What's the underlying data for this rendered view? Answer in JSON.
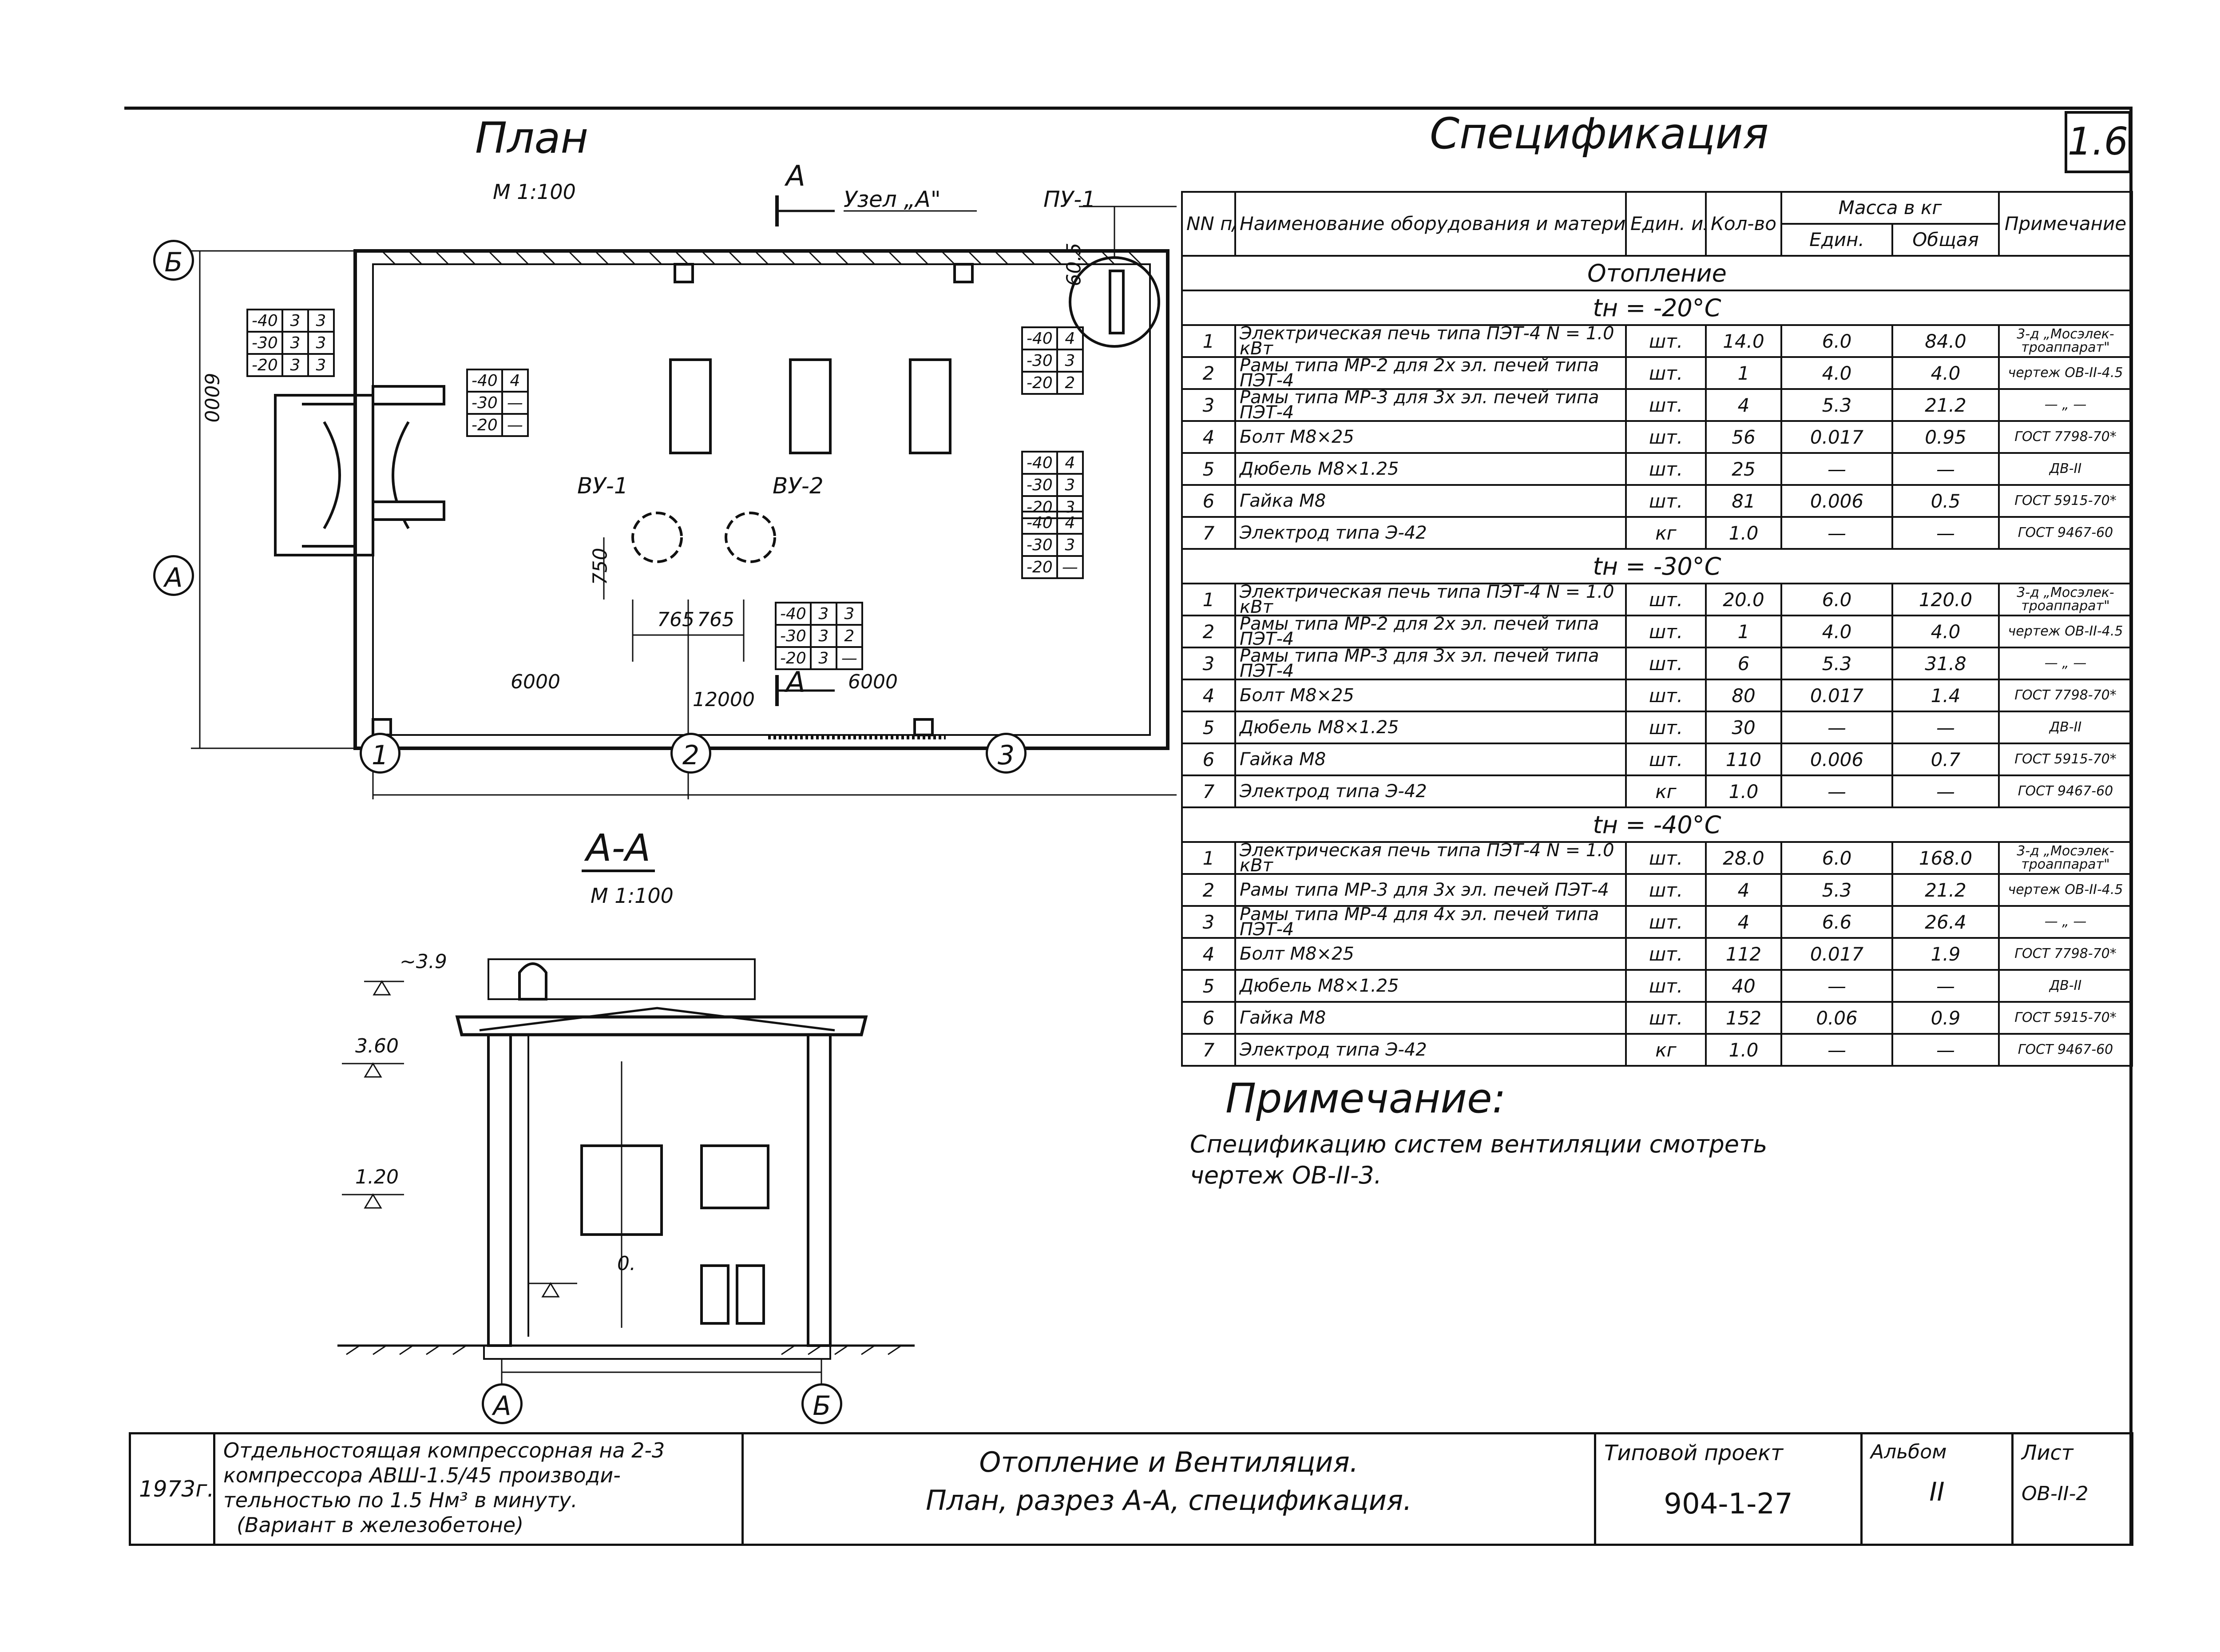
{
  "sheet": {
    "corner_mark": "1.6",
    "plan_title": "План",
    "plan_scale": "М 1:100",
    "section_title": "А-А",
    "section_scale": "М 1:100",
    "spec_title": "Спецификация"
  },
  "plan": {
    "node_label": "Узел „А\"",
    "section_mark": "А",
    "unit_pu1": "ПУ-1",
    "unit_vu1": "ВУ-1",
    "unit_vu2": "ВУ-2",
    "dims": {
      "overall": "12000",
      "left_span": "6000",
      "right_span": "6000",
      "height": "6000",
      "d765a": "765",
      "d765b": "765",
      "d750": "750",
      "d605": "60.5"
    },
    "axes": {
      "a1": "1",
      "a2": "2",
      "a3": "3",
      "aA": "А",
      "aB": "Б"
    },
    "temp_tables": [
      [
        [
          "-40",
          "3",
          "3"
        ],
        [
          "-30",
          "3",
          "3"
        ],
        [
          "-20",
          "3",
          "3"
        ]
      ],
      [
        [
          "-40",
          "4"
        ],
        [
          "-30",
          "—"
        ],
        [
          "-20",
          "—"
        ]
      ],
      [
        [
          "-40",
          "4"
        ],
        [
          "-30",
          "3"
        ],
        [
          "-20",
          "2"
        ]
      ],
      [
        [
          "-40",
          "4"
        ],
        [
          "-30",
          "3"
        ],
        [
          "-20",
          "3"
        ]
      ],
      [
        [
          "-40",
          "4"
        ],
        [
          "-30",
          "3"
        ],
        [
          "-20",
          "—"
        ]
      ],
      [
        [
          "-40",
          "3",
          "3"
        ],
        [
          "-30",
          "3",
          "2"
        ],
        [
          "-20",
          "3",
          "—"
        ]
      ]
    ]
  },
  "section": {
    "levels": {
      "l1": "~3.9",
      "l2": "3.60",
      "l3": "1.20",
      "l4": "0."
    },
    "axes": {
      "a": "А",
      "b": "Б"
    }
  },
  "spec": {
    "headers": {
      "nn": "NN п/п",
      "name": "Наименование оборудования и материалов",
      "unit": "Един. измер.",
      "qty": "Кол-во",
      "mass": "Масса в кг",
      "mass_unit": "Един.",
      "mass_total": "Общая",
      "note": "Примечание"
    },
    "section_heat": "Отопление",
    "groups": [
      {
        "temp": "tн = -20°C",
        "rows": [
          [
            "1",
            "Электрическая печь типа ПЭТ-4 N = 1.0 кВт",
            "шт.",
            "14.0",
            "6.0",
            "84.0",
            "3-д „Мосэлек-троаппарат\""
          ],
          [
            "2",
            "Рамы типа МР-2 для 2х эл. печей типа ПЭТ-4",
            "шт.",
            "1",
            "4.0",
            "4.0",
            "чертеж ОВ-II-4.5"
          ],
          [
            "3",
            "Рамы типа МР-3 для 3х эл. печей типа ПЭТ-4",
            "шт.",
            "4",
            "5.3",
            "21.2",
            "— „ —"
          ],
          [
            "4",
            "Болт М8×25",
            "шт.",
            "56",
            "0.017",
            "0.95",
            "ГОСТ 7798-70*"
          ],
          [
            "5",
            "Дюбель М8×1.25",
            "шт.",
            "25",
            "—",
            "—",
            "ДВ-II"
          ],
          [
            "6",
            "Гайка М8",
            "шт.",
            "81",
            "0.006",
            "0.5",
            "ГОСТ 5915-70*"
          ],
          [
            "7",
            "Электрод типа Э-42",
            "кг",
            "1.0",
            "—",
            "—",
            "ГОСТ 9467-60"
          ]
        ]
      },
      {
        "temp": "tн = -30°C",
        "rows": [
          [
            "1",
            "Электрическая печь типа ПЭТ-4 N = 1.0 кВт",
            "шт.",
            "20.0",
            "6.0",
            "120.0",
            "3-д „Мосэлек-троаппарат\""
          ],
          [
            "2",
            "Рамы типа МР-2 для 2х эл. печей типа ПЭТ-4",
            "шт.",
            "1",
            "4.0",
            "4.0",
            "чертеж ОВ-II-4.5"
          ],
          [
            "3",
            "Рамы типа МР-3 для 3х эл. печей типа ПЭТ-4",
            "шт.",
            "6",
            "5.3",
            "31.8",
            "— „ —"
          ],
          [
            "4",
            "Болт М8×25",
            "шт.",
            "80",
            "0.017",
            "1.4",
            "ГОСТ 7798-70*"
          ],
          [
            "5",
            "Дюбель М8×1.25",
            "шт.",
            "30",
            "—",
            "—",
            "ДВ-II"
          ],
          [
            "6",
            "Гайка М8",
            "шт.",
            "110",
            "0.006",
            "0.7",
            "ГОСТ 5915-70*"
          ],
          [
            "7",
            "Электрод типа Э-42",
            "кг",
            "1.0",
            "—",
            "—",
            "ГОСТ 9467-60"
          ]
        ]
      },
      {
        "temp": "tн = -40°C",
        "rows": [
          [
            "1",
            "Электрическая печь типа ПЭТ-4 N = 1.0 кВт",
            "шт.",
            "28.0",
            "6.0",
            "168.0",
            "3-д „Мосэлек-троаппарат\""
          ],
          [
            "2",
            "Рамы типа МР-3 для 3х эл. печей ПЭТ-4",
            "шт.",
            "4",
            "5.3",
            "21.2",
            "чертеж ОВ-II-4.5"
          ],
          [
            "3",
            "Рамы типа МР-4 для 4х эл. печей типа ПЭТ-4",
            "шт.",
            "4",
            "6.6",
            "26.4",
            "— „ —"
          ],
          [
            "4",
            "Болт М8×25",
            "шт.",
            "112",
            "0.017",
            "1.9",
            "ГОСТ 7798-70*"
          ],
          [
            "5",
            "Дюбель М8×1.25",
            "шт.",
            "40",
            "—",
            "—",
            "ДВ-II"
          ],
          [
            "6",
            "Гайка М8",
            "шт.",
            "152",
            "0.06",
            "0.9",
            "ГОСТ 5915-70*"
          ],
          [
            "7",
            "Электрод типа Э-42",
            "кг",
            "1.0",
            "—",
            "—",
            "ГОСТ 9467-60"
          ]
        ]
      }
    ]
  },
  "note": {
    "title": "Примечание:",
    "line1": "Спецификацию систем вентиляции смотреть",
    "line2": "чертеж ОВ-II-3."
  },
  "titleblock": {
    "year": "1973г.",
    "desc1": "Отдельностоящая компрессорная на 2-3",
    "desc2": "компрессора АВШ-1.5/45 производи-",
    "desc3": "тельностью по 1.5 Нм³ в минуту.",
    "desc4": "(Вариант в железобетоне)",
    "main1": "Отопление и Вентиляция.",
    "main2": "План, разрез А-А, спецификация.",
    "proj_label": "Типовой проект",
    "proj_val": "904-1-27",
    "album_label": "Альбом",
    "album_val": "II",
    "sheet_label": "Лист",
    "sheet_val": "ОВ-II-2"
  }
}
